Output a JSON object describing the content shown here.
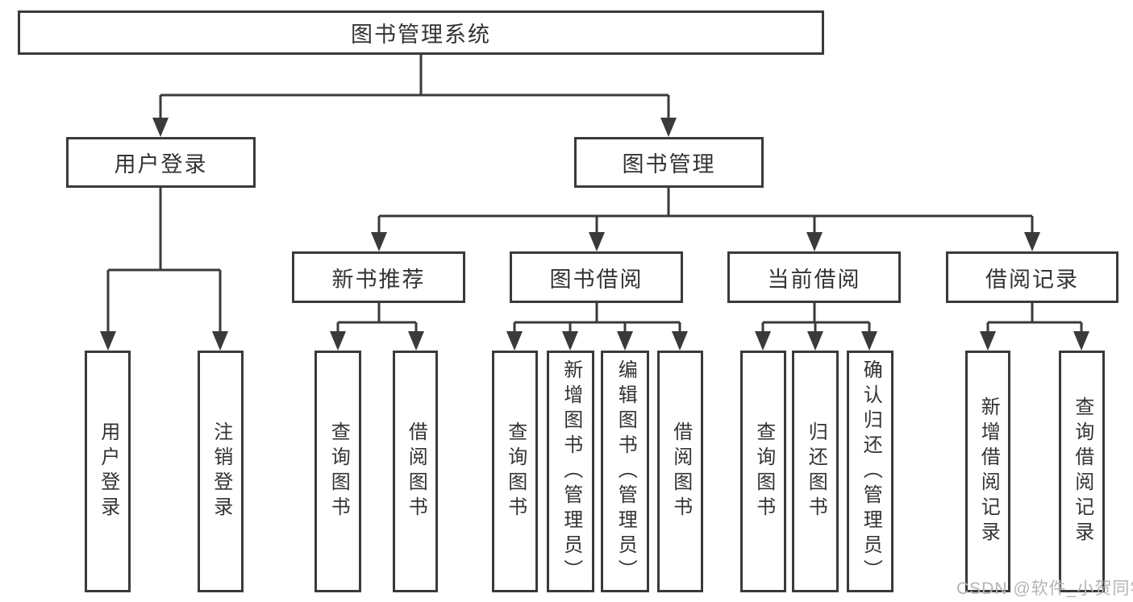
{
  "tree": {
    "root": {
      "label": "图书管理系统"
    },
    "branches": [
      {
        "label": "用户登录",
        "children": [
          {
            "label": "用户登录"
          },
          {
            "label": "注销登录"
          }
        ]
      },
      {
        "label": "图书管理",
        "children": [
          {
            "label": "新书推荐",
            "children": [
              {
                "label": "查询图书"
              },
              {
                "label": "借阅图书"
              }
            ]
          },
          {
            "label": "图书借阅",
            "children": [
              {
                "label": "查询图书"
              },
              {
                "label": "新增图书（管理员）"
              },
              {
                "label": "编辑图书（管理员）"
              },
              {
                "label": "借阅图书"
              }
            ]
          },
          {
            "label": "当前借阅",
            "children": [
              {
                "label": "查询图书"
              },
              {
                "label": "归还图书"
              },
              {
                "label": "确认归还（管理员）"
              }
            ]
          },
          {
            "label": "借阅记录",
            "children": [
              {
                "label": "新增借阅记录"
              },
              {
                "label": "查询借阅记录"
              }
            ]
          }
        ]
      }
    ]
  },
  "watermark": {
    "text": "CSDN @软件_小贺同学"
  },
  "colors": {
    "line": "#3a3a3a",
    "text": "#333333",
    "background": "#ffffff",
    "watermark": "#b4b4b4"
  }
}
